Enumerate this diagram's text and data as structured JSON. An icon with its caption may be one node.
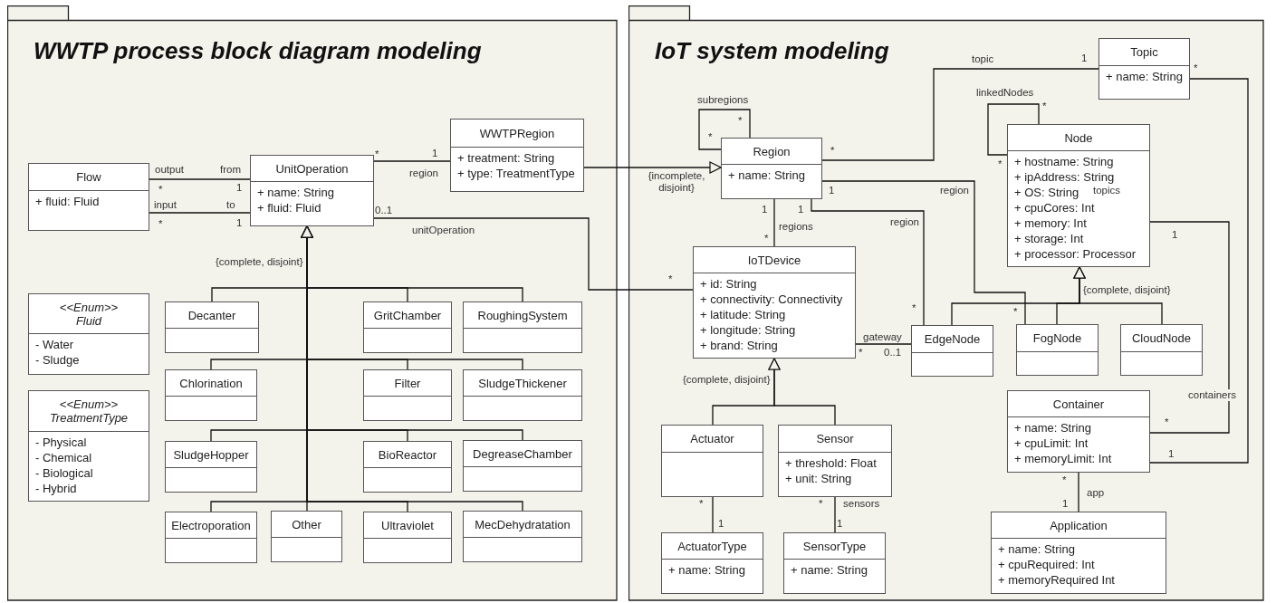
{
  "diagram": {
    "nodes": [
      {
        "text": [
          "WWTP process block diagram modeling"
        ]
      },
      {
        "text": [
          "Flow",
          "+ fluid: Fluid"
        ],
        "in": 0
      },
      {
        "text": [
          "UnitOperation",
          "+ name: String",
          "+ fluid: Fluid"
        ],
        "in": 0
      },
      {
        "text": [
          "WWTPRegion",
          "+ treatment: String",
          "+ type: TreatmentType"
        ],
        "in": 0
      },
      {
        "text": [
          "<<Enum>>",
          "Fluid",
          "- Water",
          "- Sludge"
        ],
        "in": 0
      },
      {
        "text": [
          "<<Enum>>",
          "TreatmentType",
          "- Physical",
          "- Chemical",
          "- Biological",
          "- Hybrid"
        ],
        "in": 0
      },
      {
        "text": [
          "Decanter"
        ],
        "in": 0
      },
      {
        "text": [
          "GritChamber"
        ],
        "in": 0
      },
      {
        "text": [
          "RoughingSystem"
        ],
        "in": 0
      },
      {
        "text": [
          "Chlorination"
        ],
        "in": 0
      },
      {
        "text": [
          "Filter"
        ],
        "in": 0
      },
      {
        "text": [
          "SludgeThickener"
        ],
        "in": 0
      },
      {
        "text": [
          "SludgeHopper"
        ],
        "in": 0
      },
      {
        "text": [
          "BioReactor"
        ],
        "in": 0
      },
      {
        "text": [
          "DegreaseChamber"
        ],
        "in": 0
      },
      {
        "text": [
          "Electroporation"
        ],
        "in": 0
      },
      {
        "text": [
          "Other"
        ],
        "in": 0
      },
      {
        "text": [
          "Ultraviolet"
        ],
        "in": 0
      },
      {
        "text": [
          "MecDehydratation"
        ],
        "in": 0
      },
      {
        "text": [
          "IoT system modeling"
        ]
      },
      {
        "text": [
          "Topic",
          "+ name: String"
        ],
        "in": 19
      },
      {
        "text": [
          "Region",
          "+ name: String"
        ],
        "in": 19
      },
      {
        "text": [
          "Node",
          "+ hostname: String",
          "+ ipAddress: String",
          "+ OS: String",
          "+ cpuCores: Int",
          "+ memory: Int",
          "+ storage: Int",
          "+ processor: Processor"
        ],
        "in": 19
      },
      {
        "text": [
          "IoTDevice",
          "+ id: String",
          "+ connectivity: Connectivity",
          "+ latitude: String",
          "+ longitude: String",
          "+ brand: String"
        ],
        "in": 19
      },
      {
        "text": [
          "EdgeNode"
        ],
        "in": 19
      },
      {
        "text": [
          "FogNode"
        ],
        "in": 19
      },
      {
        "text": [
          "CloudNode"
        ],
        "in": 19
      },
      {
        "text": [
          "Container",
          "+ name: String",
          "+ cpuLimit: Int",
          "+ memoryLimit: Int"
        ],
        "in": 19
      },
      {
        "text": [
          "Actuator"
        ],
        "in": 19
      },
      {
        "text": [
          "Sensor",
          "+ threshold: Float",
          "+ unit: String"
        ],
        "in": 19
      },
      {
        "text": [
          "Application",
          "+ name: String",
          "+ cpuRequired: Int",
          "+ memoryRequired Int"
        ],
        "in": 19
      },
      {
        "text": [
          "ActuatorType",
          "+ name: String"
        ],
        "in": 19
      },
      {
        "text": [
          "SensorType",
          "+ name: String"
        ],
        "in": 19
      }
    ],
    "edges": [
      {
        "from": 1,
        "to": 2,
        "arrow": "none"
      },
      {
        "from": 1,
        "to": 2,
        "arrow": "none"
      },
      {
        "from": 2,
        "to": 3,
        "arrow": "none"
      },
      {
        "from": 2,
        "to": 23,
        "arrow": "none"
      },
      {
        "from": 6,
        "to": 2,
        "arrow": "to"
      },
      {
        "from": 7,
        "to": 2,
        "arrow": "to"
      },
      {
        "from": 8,
        "to": 2,
        "arrow": "to"
      },
      {
        "from": 9,
        "to": 2,
        "arrow": "to"
      },
      {
        "from": 10,
        "to": 2,
        "arrow": "to"
      },
      {
        "from": 11,
        "to": 2,
        "arrow": "to"
      },
      {
        "from": 12,
        "to": 2,
        "arrow": "to"
      },
      {
        "from": 13,
        "to": 2,
        "arrow": "to"
      },
      {
        "from": 14,
        "to": 2,
        "arrow": "to"
      },
      {
        "from": 15,
        "to": 2,
        "arrow": "to"
      },
      {
        "from": 16,
        "to": 2,
        "arrow": "to"
      },
      {
        "from": 17,
        "to": 2,
        "arrow": "to"
      },
      {
        "from": 18,
        "to": 2,
        "arrow": "to"
      },
      {
        "from": 3,
        "to": 21,
        "arrow": "to"
      },
      {
        "from": 21,
        "to": 21,
        "arrow": "other"
      },
      {
        "from": 21,
        "to": 20,
        "arrow": "none"
      },
      {
        "from": 22,
        "to": 22,
        "arrow": "none"
      },
      {
        "from": 21,
        "to": 23,
        "arrow": "none"
      },
      {
        "from": 21,
        "to": 24,
        "arrow": "none"
      },
      {
        "from": 21,
        "to": 25,
        "arrow": "none"
      },
      {
        "from": 22,
        "to": 27,
        "arrow": "other"
      },
      {
        "from": 27,
        "to": 20,
        "arrow": "other"
      },
      {
        "from": 24,
        "to": 22,
        "arrow": "to"
      },
      {
        "from": 25,
        "to": 22,
        "arrow": "to"
      },
      {
        "from": 26,
        "to": 22,
        "arrow": "to"
      },
      {
        "from": 23,
        "to": 24,
        "arrow": "none"
      },
      {
        "from": 28,
        "to": 23,
        "arrow": "to"
      },
      {
        "from": 29,
        "to": 23,
        "arrow": "to"
      },
      {
        "from": 28,
        "to": 31,
        "arrow": "none"
      },
      {
        "from": 29,
        "to": 32,
        "arrow": "none"
      },
      {
        "from": 27,
        "to": 30,
        "arrow": "none"
      }
    ],
    "labels": [
      "output",
      "from",
      "*",
      "1",
      "input",
      "to",
      "*",
      "1",
      "*",
      "1",
      "region",
      "0..1",
      "unitOperation",
      "{complete, disjoint}",
      "topic",
      "1",
      "*",
      "subregions",
      "linkedNodes",
      "*",
      "*",
      "*",
      "*",
      "*",
      "{incomplete, disjoint}",
      "1",
      "region",
      "topics",
      "1",
      "1",
      "1",
      "region",
      "regions",
      "*",
      "*",
      "{complete, disjoint}",
      "*",
      "*",
      "gateway",
      "*",
      "0..1",
      "{complete, disjoint}",
      "containers",
      "*",
      "1",
      "*",
      "app",
      "*",
      "*",
      "sensors",
      "1",
      "1",
      "1"
    ]
  }
}
